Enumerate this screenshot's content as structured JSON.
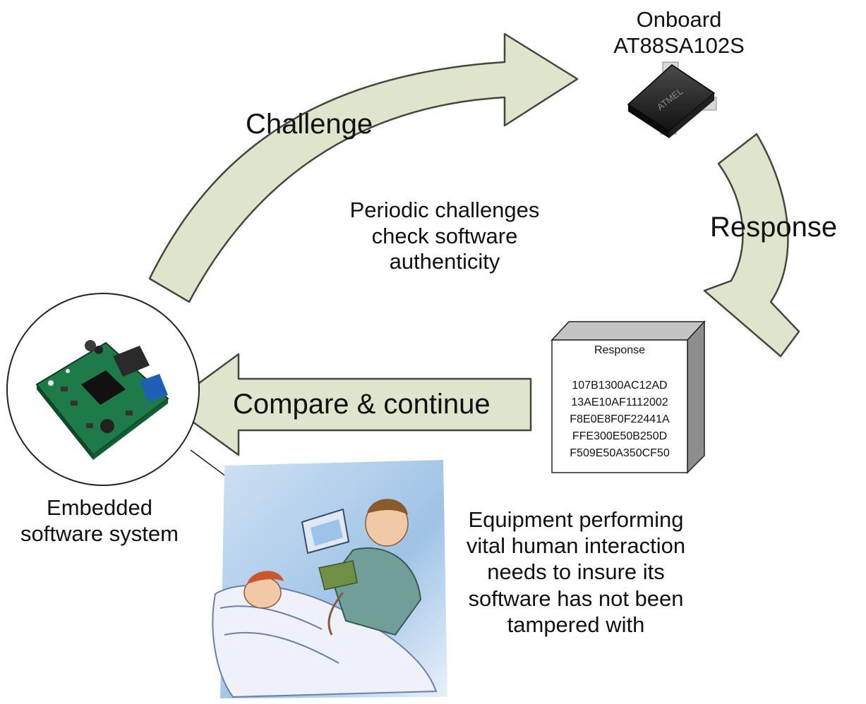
{
  "chip": {
    "title_line1": "Onboard",
    "title_line2": "AT88SA102S",
    "marking": "ATMEL"
  },
  "arrows": {
    "challenge": "Challenge",
    "response": "Response",
    "compare": "Compare & continue"
  },
  "center_note": {
    "line1": "Periodic challenges",
    "line2": "check software",
    "line3": "authenticity"
  },
  "response_box": {
    "title": "Response",
    "lines": [
      "107B1300AC12AD",
      "13AE10AF1112002",
      "F8E0E8F0F22441A",
      "FFE300E50B250D",
      "F509E50A350CF50"
    ]
  },
  "embedded": {
    "line1": "Embedded",
    "line2": "software system"
  },
  "equipment_note": {
    "line1": "Equipment performing",
    "line2": "vital human interaction",
    "line3": "needs to insure its",
    "line4": "software has not been",
    "line5": "tampered with"
  },
  "colors": {
    "arrow_fill": "#dfe4cc",
    "arrow_stroke": "#3f4a3a",
    "board": "#1f7a4a",
    "scene_bg": "#b9d3ec"
  }
}
